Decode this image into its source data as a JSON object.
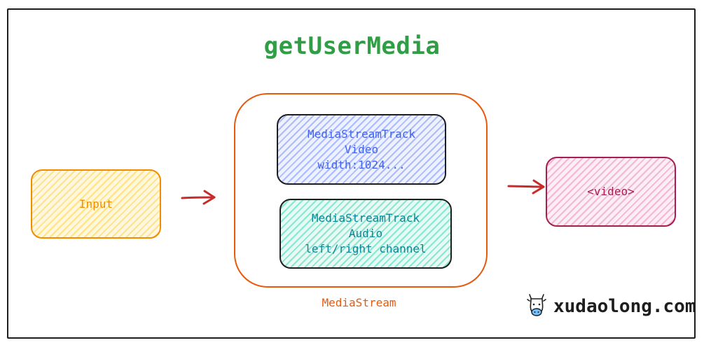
{
  "diagram": {
    "title": "getUserMedia",
    "input_label": "Input",
    "stream_caption": "MediaStream",
    "video_track_label": "MediaStreamTrack\nVideo\nwidth:1024...",
    "audio_track_label": "MediaStreamTrack\nAudio\nleft/right channel",
    "output_label": "<video>",
    "brand": "xudaolong.com"
  },
  "colors": {
    "title": "#2f9e44",
    "input": "#f08c00",
    "stream": "#e8590c",
    "video_track_text": "#4263eb",
    "audio_track_text": "#0c8599",
    "output": "#a61e4d",
    "arrow": "#c92a2a"
  },
  "icons": {
    "brand_logo": "cow-head-icon"
  }
}
